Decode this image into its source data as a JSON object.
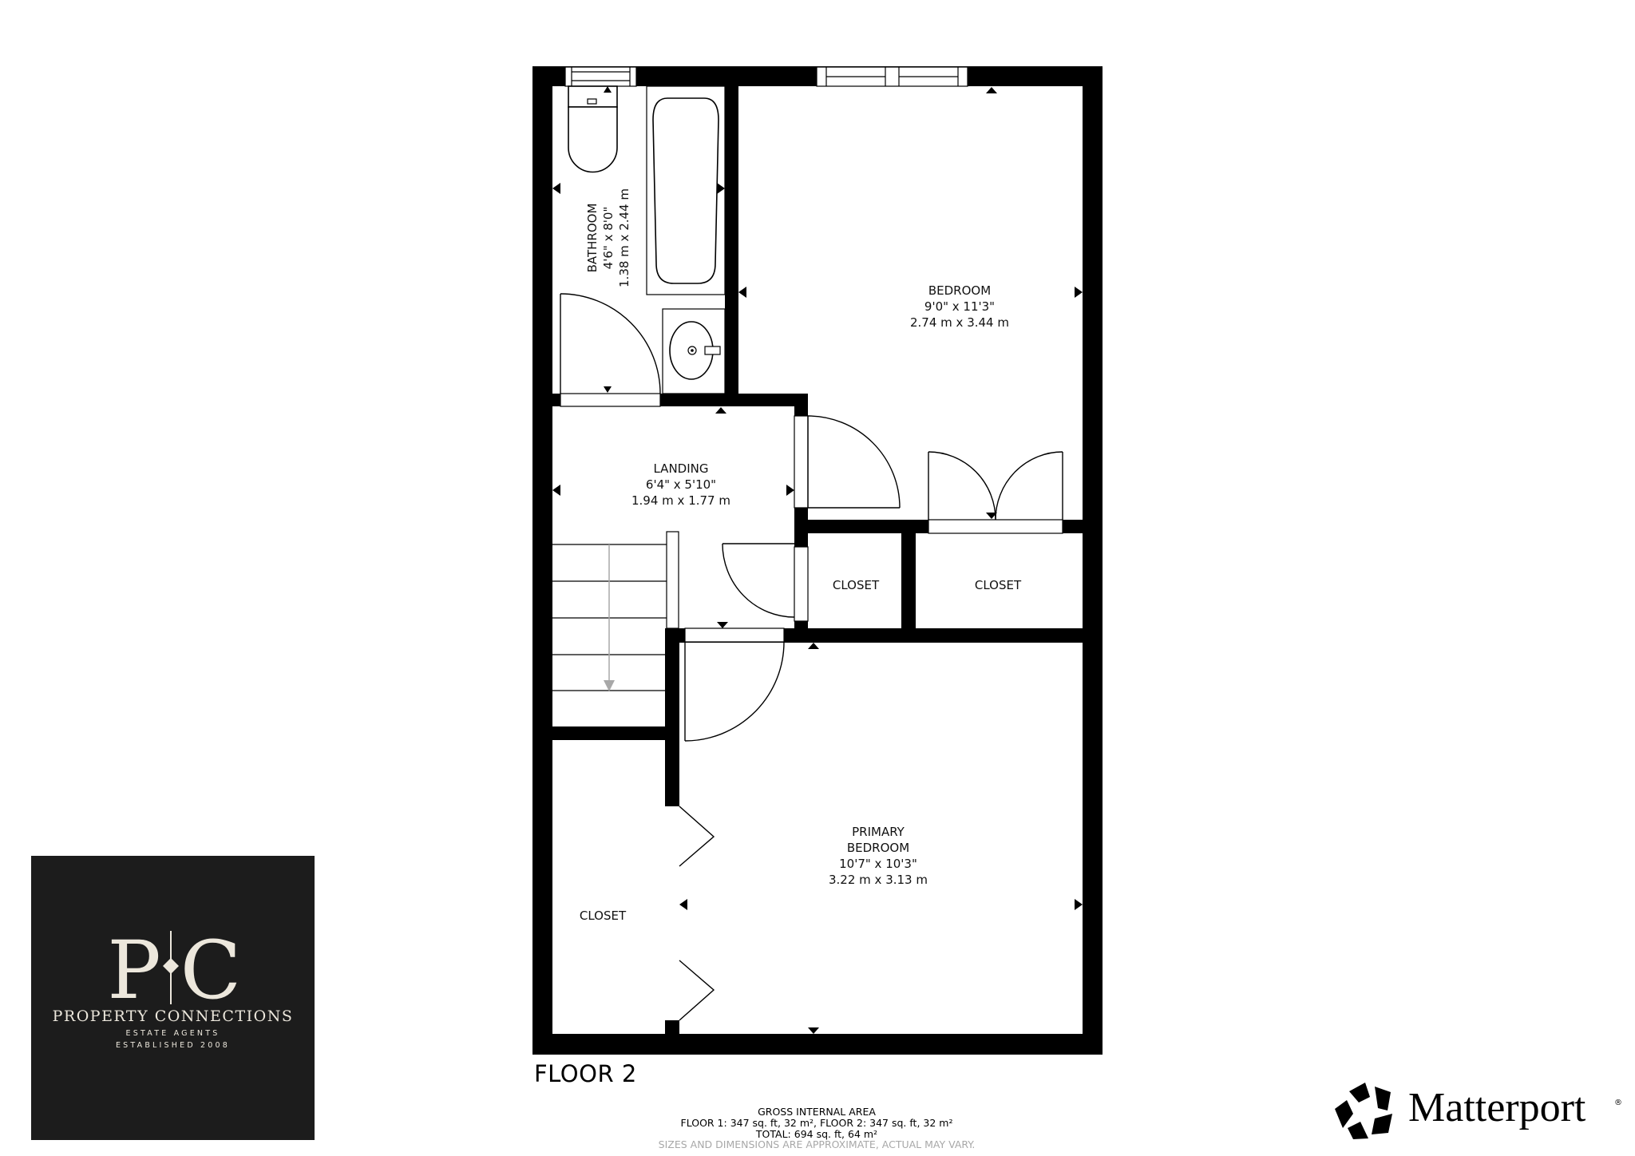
{
  "floor": {
    "title": "FLOOR 2",
    "rooms": {
      "bathroom": {
        "name": "BATHROOM",
        "imperial": "4'6\" x 8'0\"",
        "metric": "1.38 m x 2.44 m"
      },
      "bedroom": {
        "name": "BEDROOM",
        "imperial": "9'0\" x 11'3\"",
        "metric": "2.74 m x 3.44 m"
      },
      "landing": {
        "name": "LANDING",
        "imperial": "6'4\" x 5'10\"",
        "metric": "1.94 m x 1.77 m"
      },
      "closet_small": {
        "name": "CLOSET"
      },
      "closet_wide": {
        "name": "CLOSET"
      },
      "closet_primary": {
        "name": "CLOSET"
      },
      "primary_bedroom": {
        "name_line1": "PRIMARY",
        "name_line2": "BEDROOM",
        "imperial": "10'7\" x 10'3\"",
        "metric": "3.22 m x 3.13 m"
      }
    }
  },
  "area_summary": {
    "heading": "GROSS INTERNAL AREA",
    "floors_line": "FLOOR 1: 347 sq. ft, 32 m², FLOOR 2: 347 sq. ft, 32 m²",
    "total_line": "TOTAL: 694 sq. ft, 64 m²",
    "disclaimer": "SIZES AND DIMENSIONS ARE APPROXIMATE, ACTUAL MAY VARY."
  },
  "agent_logo": {
    "monogram_left": "P",
    "monogram_right": "C",
    "name": "PROPERTY CONNECTIONS",
    "tagline1": "ESTATE AGENTS",
    "tagline2": "ESTABLISHED 2008",
    "bg_color": "#1c1c1c",
    "fg_color": "#ece7dc"
  },
  "provider_logo": {
    "wordmark": "Matterport",
    "registered": "®",
    "icon": "matterport-pentagon-icon"
  },
  "colors": {
    "wall": "#000000",
    "background": "#ffffff",
    "stair_arrow": "#a8a8a8"
  }
}
